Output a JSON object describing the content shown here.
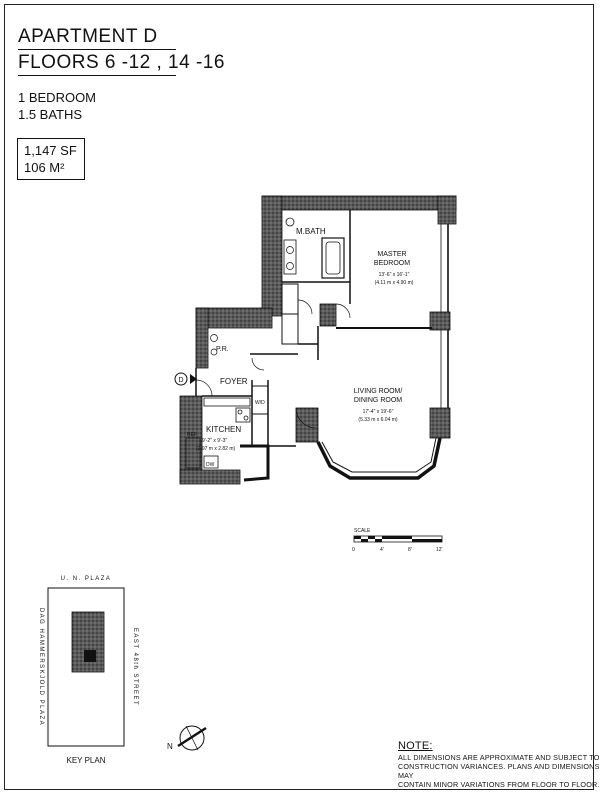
{
  "header": {
    "apartment": "APARTMENT D",
    "floors": "FLOORS 6 -12  , 14 -16",
    "bedrooms": "1 BEDROOM",
    "baths": "1.5 BATHS"
  },
  "area": {
    "sf": "1,147 SF",
    "m2": "106 M²"
  },
  "rooms": {
    "mbath": "M.BATH",
    "master_1": "MASTER",
    "master_2": "BEDROOM",
    "master_dim": "13'-6\" x 16'-1\"",
    "master_dim_m": "(4.11 m x 4.90 m)",
    "pr": "P.R.",
    "foyer": "FOYER",
    "entry": "D",
    "living_1": "LIVING ROOM/",
    "living_2": "DINING ROOM",
    "living_dim": "17'-4\" x 19'-6\"",
    "living_dim_m": "(5.33 m x 6.04 m)",
    "kitchen": "KITCHEN",
    "kitchen_dim": "9'-2\" x 9'-3\"",
    "kitchen_dim_m": "(2.97 m x 2.82 m)",
    "wd": "W/D",
    "ref": "REF",
    "dw": "DW"
  },
  "scale": {
    "title": "SCALE",
    "ticks": [
      "0",
      "4'",
      "8'",
      "12'"
    ]
  },
  "keyplan": {
    "title": "KEY PLAN",
    "north_street": "U. N. PLAZA",
    "west_street": "DAG HAMMERSKJOLD PLAZA",
    "east_street": "EAST 48th STREET"
  },
  "compass": {
    "north": "N"
  },
  "note": {
    "title": "NOTE:",
    "line1": "ALL DIMENSIONS ARE APPROXIMATE AND SUBJECT TO",
    "line2": "CONSTRUCTION VARIANCES.  PLANS AND DIMENSIONS MAY",
    "line3": "CONTAIN MINOR VARIATIONS FROM FLOOR TO FLOOR."
  }
}
